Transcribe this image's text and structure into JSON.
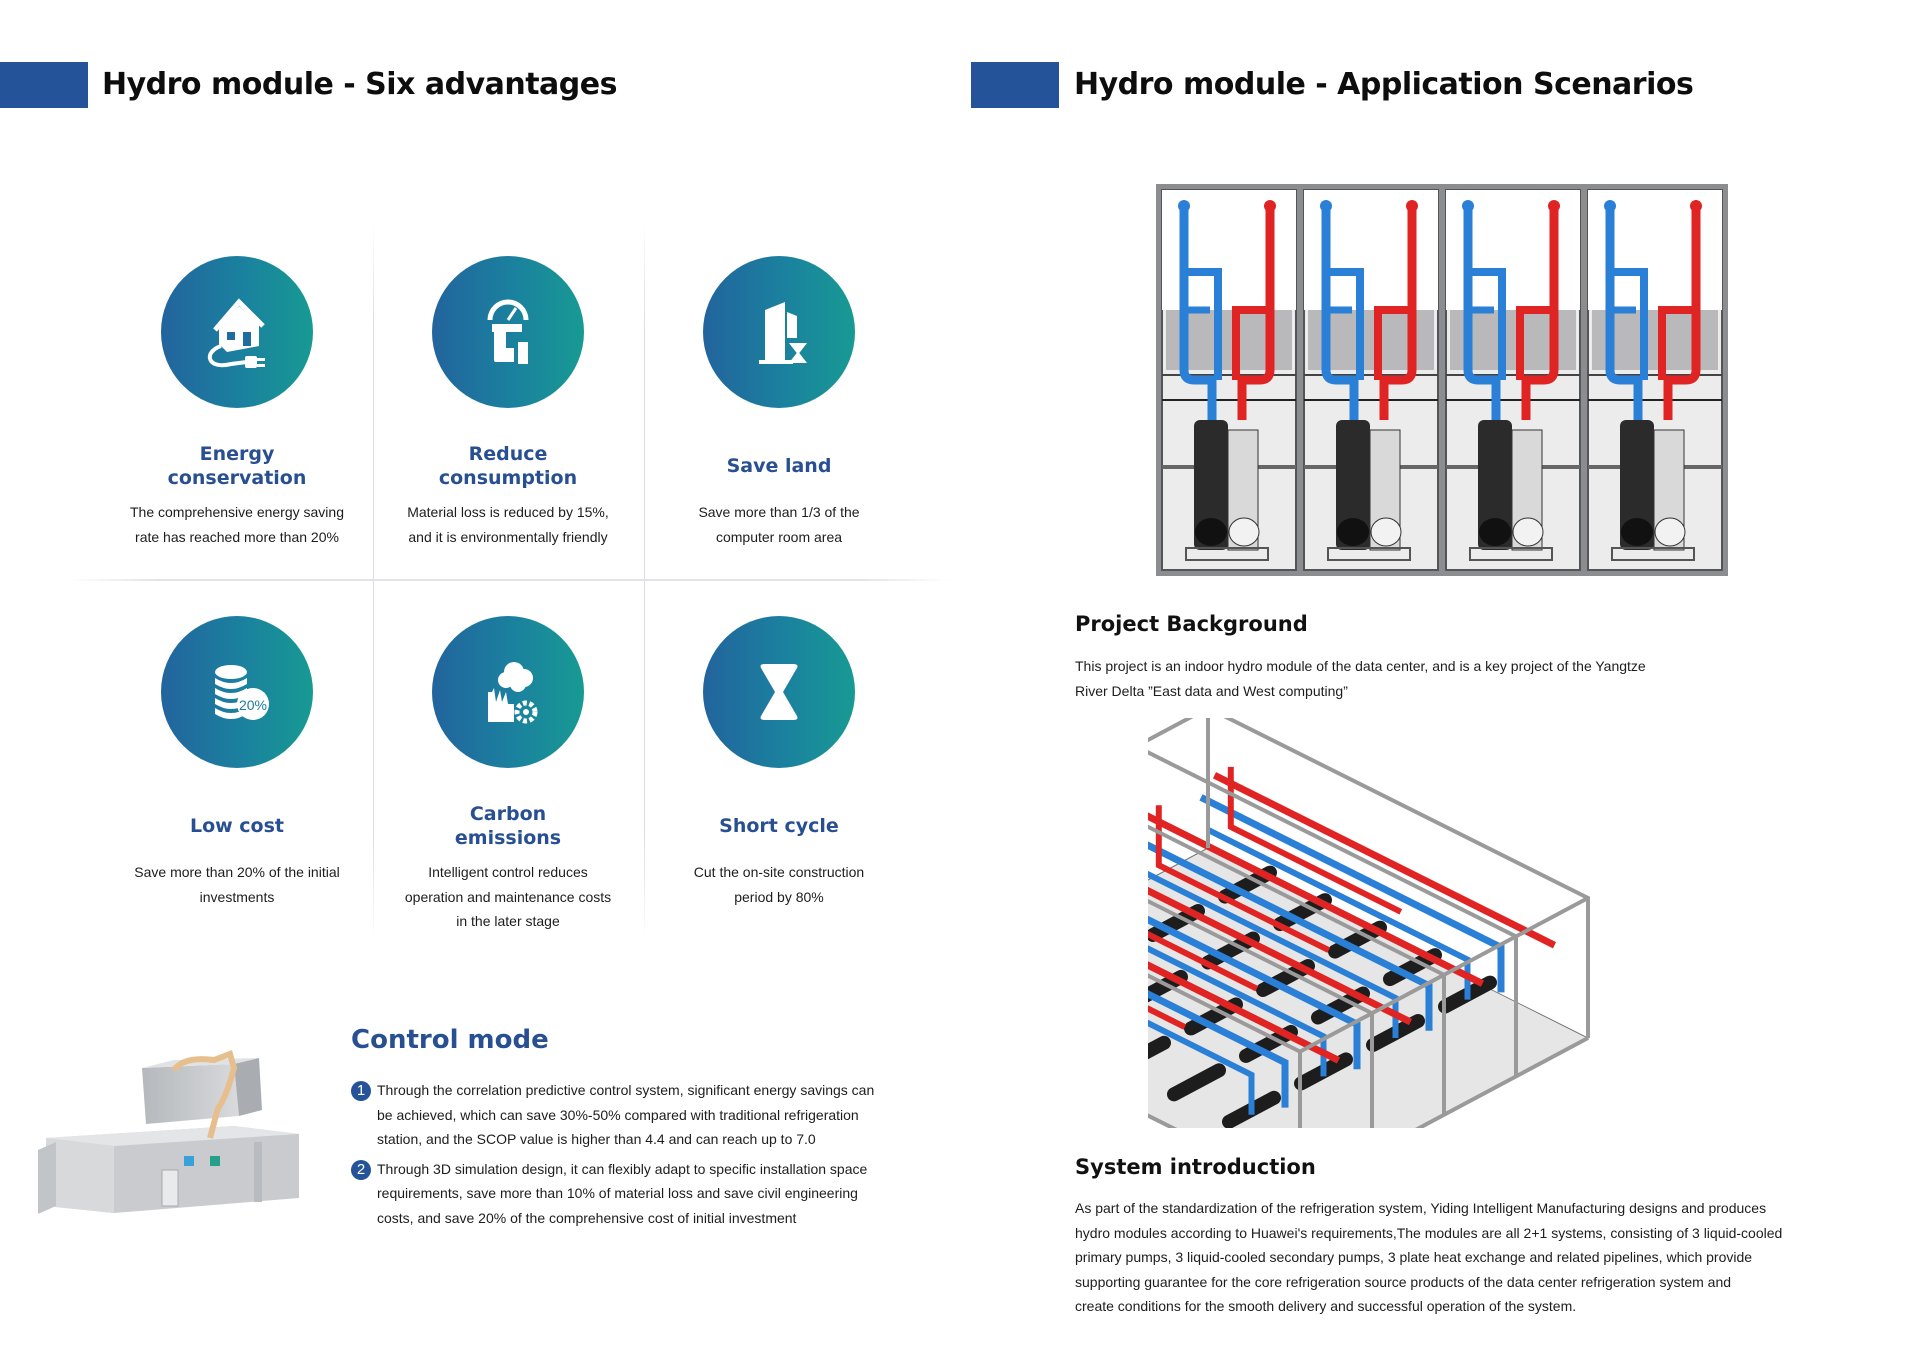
{
  "left_page": {
    "title": "Hydro module - Six advantages",
    "accent_color": "#24539a",
    "advantages": [
      {
        "icon": "house-plug-icon",
        "title_line1": "Energy",
        "title_line2": "conservation",
        "desc_line1": "The comprehensive energy saving",
        "desc_line2": "rate has reached more than 20%",
        "desc_line3": ""
      },
      {
        "icon": "gauge-pipe-icon",
        "title_line1": "Reduce",
        "title_line2": "consumption",
        "desc_line1": "Material loss is reduced by 15%,",
        "desc_line2": "and it is environmentally friendly",
        "desc_line3": ""
      },
      {
        "icon": "building-hourglass-icon",
        "title_line1": "Save land",
        "title_line2": "",
        "desc_line1": "Save more than 1/3 of the",
        "desc_line2": "computer room area",
        "desc_line3": ""
      },
      {
        "icon": "coins-percent-icon",
        "badge": "20%",
        "title_line1": "Low cost",
        "title_line2": "",
        "desc_line1": "Save more than 20% of the initial",
        "desc_line2": "investments",
        "desc_line3": ""
      },
      {
        "icon": "factory-smoke-gear-icon",
        "title_line1": "Carbon",
        "title_line2": "emissions",
        "desc_line1": "Intelligent control reduces",
        "desc_line2": "operation and maintenance costs",
        "desc_line3": "in the later stage"
      },
      {
        "icon": "hourglass-icon",
        "title_line1": "Short cycle",
        "title_line2": "",
        "desc_line1": "Cut the on-site construction",
        "desc_line2": "period by 80%",
        "desc_line3": ""
      }
    ],
    "control_mode": {
      "title": "Control mode",
      "items": [
        {
          "num": "1",
          "lines": [
            "Through the correlation predictive control system, significant energy savings can",
            "be achieved, which can save 30%-50% compared with traditional refrigeration",
            "station, and the SCOP value is higher than 4.4 and can reach up to 7.0"
          ]
        },
        {
          "num": "2",
          "lines": [
            "Through 3D simulation design, it can flexibly adapt to specific installation space",
            "requirements, save more than 10% of material loss and save civil engineering",
            "costs, and save 20% of the comprehensive cost of initial investment"
          ]
        }
      ]
    }
  },
  "right_page": {
    "title": "Hydro module - Application Scenarios",
    "project_background": {
      "heading": "Project Background",
      "lines": [
        "This project is an indoor hydro module of the data center, and is a key project of the Yangtze",
        "River Delta ”East data and West computing”"
      ]
    },
    "system_introduction": {
      "heading": "System introduction",
      "lines": [
        "As part of the standardization of the refrigeration system, Yiding Intelligent Manufacturing designs and produces",
        "hydro modules according to Huawei's requirements,The modules are all 2+1 systems, consisting of 3 liquid-cooled",
        "primary pumps, 3 liquid-cooled secondary pumps, 3 plate heat exchange and related pipelines, which provide",
        "supporting guarantee for the core refrigeration source products of the data center refrigeration system and",
        "create conditions for the smooth delivery and successful operation of the system."
      ]
    },
    "pipe_colors": {
      "supply": "#e02424",
      "return": "#2a7fd6"
    }
  }
}
